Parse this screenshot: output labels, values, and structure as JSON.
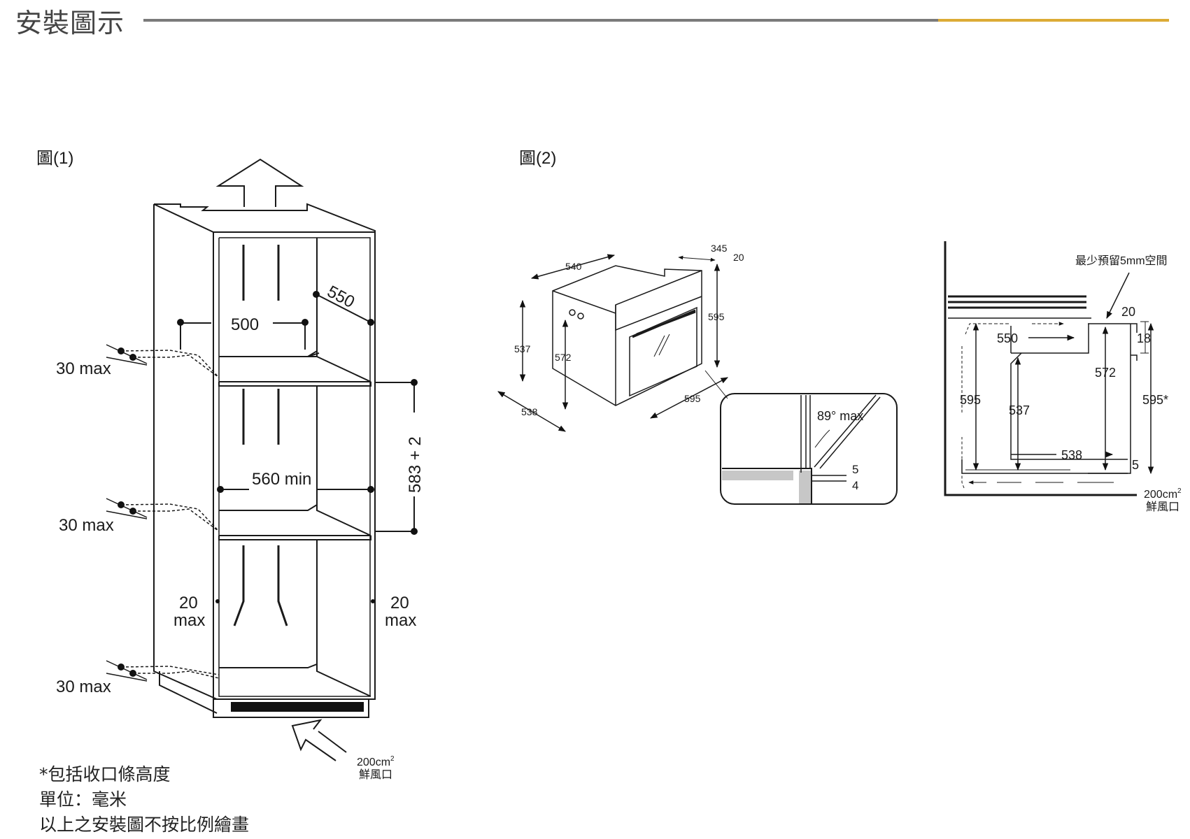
{
  "header": {
    "title": "安裝圖示",
    "rule_colors": [
      "#7b7b7b",
      "#dcab35"
    ]
  },
  "figure1": {
    "caption": "圖(1)",
    "dims": {
      "d550": "550",
      "d500": "500",
      "d560min": "560 min",
      "d583": "583 + 2",
      "max30_top": "30 max",
      "max30_mid": "30 max",
      "max30_bot": "30 max",
      "left20_a": "20",
      "left20_b": "max",
      "right20_a": "20",
      "right20_b": "max"
    },
    "vent": {
      "area": "200cm",
      "sup": "2",
      "label": "鮮風口"
    }
  },
  "figure2": {
    "caption": "圖(2)",
    "dims": {
      "d540": "540",
      "d345": "345",
      "d20": "20",
      "d595_h": "595",
      "d537": "537",
      "d572": "572",
      "d538": "538",
      "d595_w": "595"
    },
    "detail": {
      "angle": "89° max",
      "d5": "5",
      "d4": "4"
    }
  },
  "figure3": {
    "note": "最少預留5mm空間",
    "dims": {
      "d20": "20",
      "d18": "18",
      "d550": "550",
      "d572": "572",
      "d595": "595",
      "d537": "537",
      "d595s": "595*",
      "d538": "538",
      "d5": "5"
    },
    "vent": {
      "area": "200cm",
      "sup": "2",
      "label": "鮮風口"
    }
  },
  "notes": {
    "line1": "*包括收口條高度",
    "line2": "單位：毫米",
    "line3": "以上之安裝圖不按比例繪畫"
  }
}
